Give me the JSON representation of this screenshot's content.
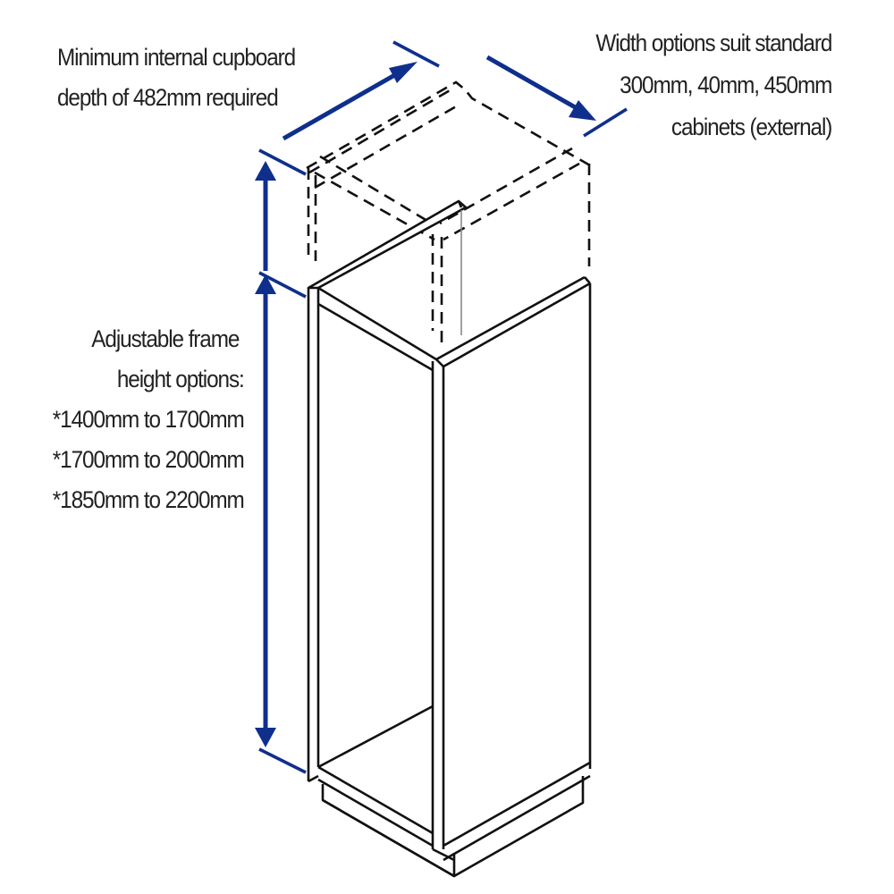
{
  "diagram": {
    "subject": "Pull-out larder frame inside tall cabinet (isometric line drawing)",
    "colors": {
      "arrow": "#0f2f8c",
      "outline": "#111111",
      "text": "#222222",
      "background": "#ffffff"
    },
    "annotations": {
      "depth": {
        "lines": [
          "Minimum internal cupboard",
          "depth of 482mm required"
        ]
      },
      "width": {
        "lines": [
          "Width options suit standard",
          "300mm, 40mm, 450mm",
          "cabinets (external)"
        ]
      },
      "height": {
        "lines": [
          "Adjustable frame",
          "height options:",
          "*1400mm to 1700mm",
          "*1700mm to 2000mm",
          "*1850mm to 2200mm"
        ]
      }
    },
    "arrows": [
      {
        "name": "depth-arrow",
        "direction": "up-right"
      },
      {
        "name": "width-arrow",
        "direction": "down-right"
      },
      {
        "name": "height-arrow-upper",
        "direction": "up"
      },
      {
        "name": "height-arrow-lower",
        "direction": "up-and-down"
      }
    ]
  }
}
